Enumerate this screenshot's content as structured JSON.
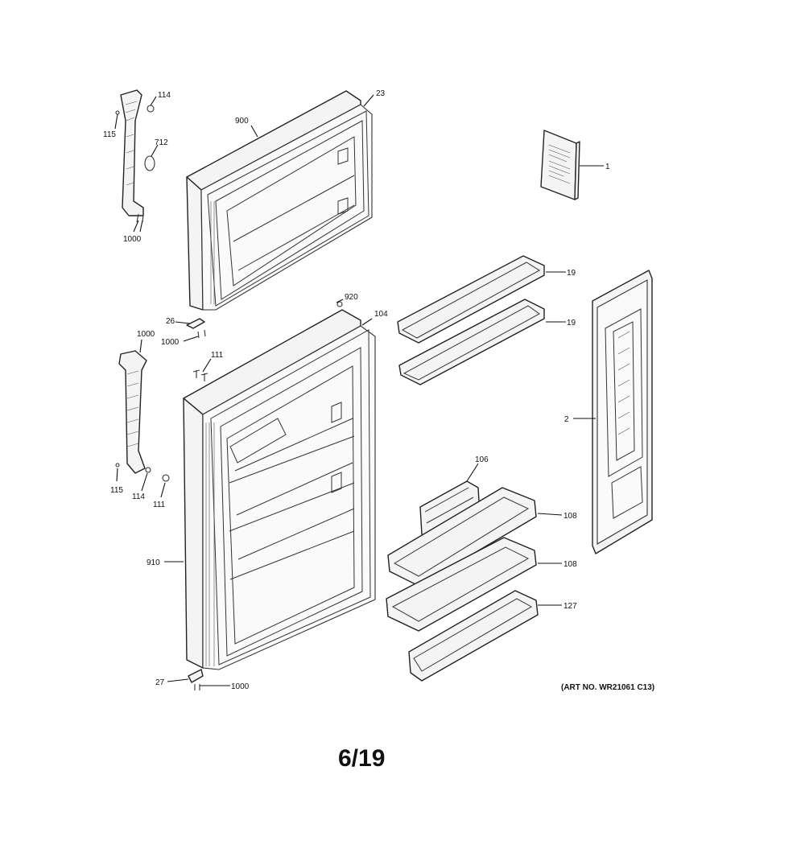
{
  "callouts": {
    "c114a": "114",
    "c115a": "115",
    "c712": "712",
    "c1000a": "1000",
    "c900": "900",
    "c23": "23",
    "c1": "1",
    "c19a": "19",
    "c19b": "19",
    "c920": "920",
    "c104": "104",
    "c26": "26",
    "c1000b": "1000",
    "c1000c": "1000",
    "c111a": "111",
    "c2": "2",
    "c106": "106",
    "c108a": "108",
    "c108b": "108",
    "c127": "127",
    "c115b": "115",
    "c114b": "114",
    "c111b": "111",
    "c910": "910",
    "c27": "27",
    "c1000d": "1000"
  },
  "art_number": "(ART NO. WR21061 C13)",
  "page_number": "6/19"
}
